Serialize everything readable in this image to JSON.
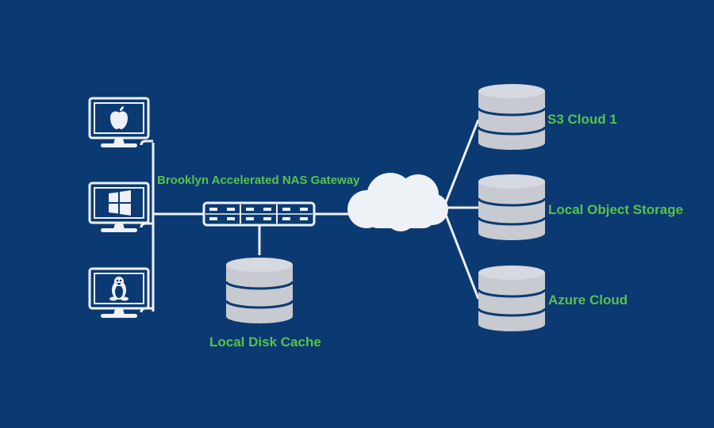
{
  "colors": {
    "background": "#0b3a73",
    "line": "#eef1f5",
    "disk_top": "#d2d5db",
    "disk_body": "#c7cad0",
    "label_green": "#58c24a"
  },
  "icons": {
    "mac_client": "apple-logo-icon",
    "windows_client": "windows-logo-icon",
    "linux_client": "linux-penguin-icon",
    "gateway": "rack-server-icon",
    "cloud": "cloud-icon",
    "storage": "database-disk-stack-icon"
  },
  "labels": {
    "gateway": "Brooklyn Accelerated NAS Gateway",
    "cache": "Local Disk Cache",
    "s3": "S3 Cloud 1",
    "object_storage": "Local Object Storage",
    "azure": "Azure Cloud"
  }
}
